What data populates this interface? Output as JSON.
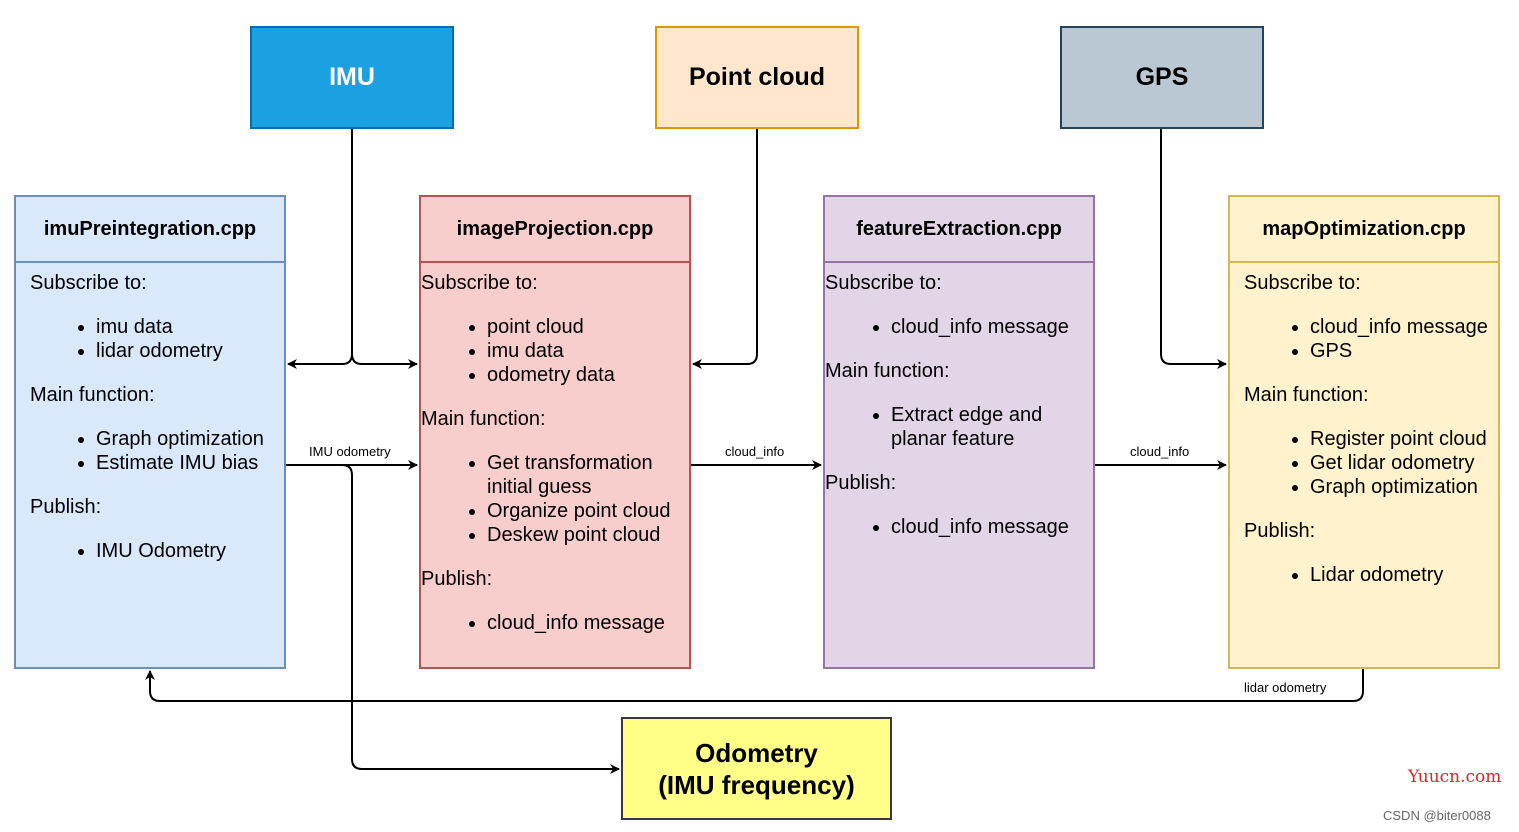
{
  "sources": {
    "imu": "IMU",
    "point_cloud": "Point cloud",
    "gps": "GPS"
  },
  "modules": [
    {
      "title": "imuPreintegration.cpp",
      "sections": [
        {
          "title": "Subscribe to:",
          "items": [
            "imu data",
            "lidar odometry"
          ]
        },
        {
          "title": "Main function:",
          "items": [
            "Graph optimization",
            "Estimate IMU bias"
          ]
        },
        {
          "title": "Publish:",
          "items": [
            "IMU Odometry"
          ]
        }
      ]
    },
    {
      "title": "imageProjection.cpp",
      "sections": [
        {
          "title": "Subscribe to:",
          "items": [
            "point cloud",
            "imu data",
            "odometry data"
          ]
        },
        {
          "title": "Main function:",
          "items": [
            "Get transformation initial guess",
            "Organize point cloud",
            "Deskew point cloud"
          ]
        },
        {
          "title": "Publish:",
          "items": [
            "cloud_info message"
          ]
        }
      ]
    },
    {
      "title": "featureExtraction.cpp",
      "sections": [
        {
          "title": "Subscribe to:",
          "items": [
            "cloud_info message"
          ]
        },
        {
          "title": "Main function:",
          "items": [
            "Extract edge and planar feature"
          ]
        },
        {
          "title": "Publish:",
          "items": [
            "cloud_info message"
          ]
        }
      ]
    },
    {
      "title": "mapOptimization.cpp",
      "sections": [
        {
          "title": "Subscribe to:",
          "items": [
            "cloud_info message",
            "GPS"
          ]
        },
        {
          "title": "Main function:",
          "items": [
            "Register point cloud",
            "Get lidar odometry",
            "Graph optimization"
          ]
        },
        {
          "title": "Publish:",
          "items": [
            "Lidar odometry"
          ]
        }
      ]
    }
  ],
  "output": {
    "line1": "Odometry",
    "line2": "(IMU frequency)"
  },
  "edge_labels": {
    "imu_odometry": "IMU odometry",
    "cloud_info_1": "cloud_info",
    "cloud_info_2": "cloud_info",
    "lidar_odometry": "lidar odometry"
  },
  "watermarks": {
    "site": "Yuucn.com",
    "credit": "CSDN @biter0088"
  },
  "colors": {
    "imu_fill": "#1ba1e2",
    "imu_border": "#006eaf",
    "pc_fill": "#ffe6cc",
    "pc_border": "#d79b00",
    "gps_fill": "#bac8d3",
    "gps_border": "#23445d",
    "imu_mod_fill": "#dae8fc",
    "imu_mod_border": "#6c8ebf",
    "img_mod_fill": "#f8cecc",
    "img_mod_border": "#b85450",
    "feat_mod_fill": "#e1d5e7",
    "feat_mod_border": "#9673a6",
    "map_mod_fill": "#fff2cc",
    "map_mod_border": "#d6b656",
    "output_fill": "#ffff88",
    "output_border": "#36393d"
  }
}
